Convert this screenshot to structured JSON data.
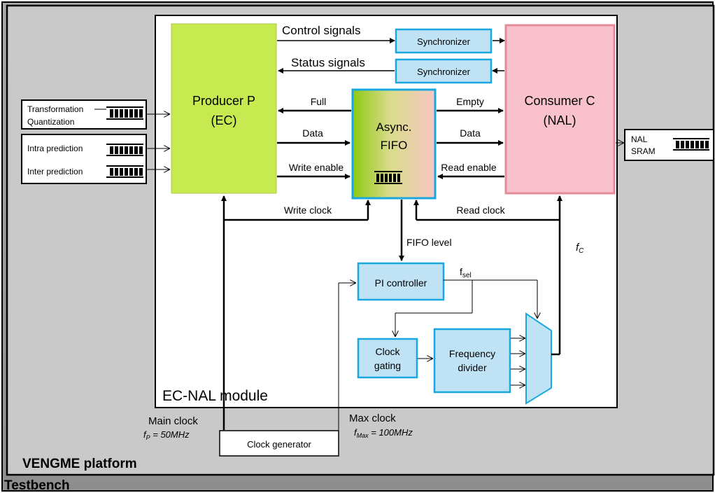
{
  "labels": {
    "testbench": "Testbench",
    "platform": "VENGME platform",
    "module": "EC-NAL module",
    "producer_line1": "Producer P",
    "producer_line2": "(EC)",
    "consumer_line1": "Consumer C",
    "consumer_line2": "(NAL)",
    "fifo_line1": "Async.",
    "fifo_line2": "FIFO",
    "sync_top": "Synchronizer",
    "sync_bottom": "Synchronizer",
    "control_signals": "Control signals",
    "status_signals": "Status signals",
    "full": "Full",
    "data_left": "Data",
    "write_enable": "Write enable",
    "empty": "Empty",
    "data_right": "Data",
    "read_enable": "Read enable",
    "write_clock": "Write clock",
    "read_clock": "Read clock",
    "fifo_level": "FIFO level",
    "fc": "f",
    "fc_sub": "C",
    "fsel": "f",
    "fsel_sub": "sel",
    "pi_controller": "PI controller",
    "clock_gating_1": "Clock",
    "clock_gating_2": "gating",
    "freq_div_1": "Frequency",
    "freq_div_2": "divider",
    "main_clock": "Main clock",
    "fp_f": "f",
    "fp_sub": "P",
    "fp_val": " = 50MHz",
    "max_clock": "Max clock",
    "fmax_f": "f",
    "fmax_sub": "Max",
    "fmax_val": " = 100MHz",
    "clock_generator": "Clock generator",
    "transformation": "Transformation",
    "quantization": "Quantization",
    "intra_prediction": "Intra prediction",
    "inter_prediction": "Inter prediction",
    "nal": "NAL",
    "sram": "SRAM"
  },
  "colors": {
    "producer": "#c6ea4f",
    "consumer": "#f9c1cb",
    "sync": "#bfe2f5",
    "sync_border": "#1aa7e0",
    "platform_bg": "#c8c8c8",
    "testbench_bg": "#9b9b9b",
    "fifo_left": "#9ccf1a",
    "fifo_right": "#f4c9c1"
  }
}
